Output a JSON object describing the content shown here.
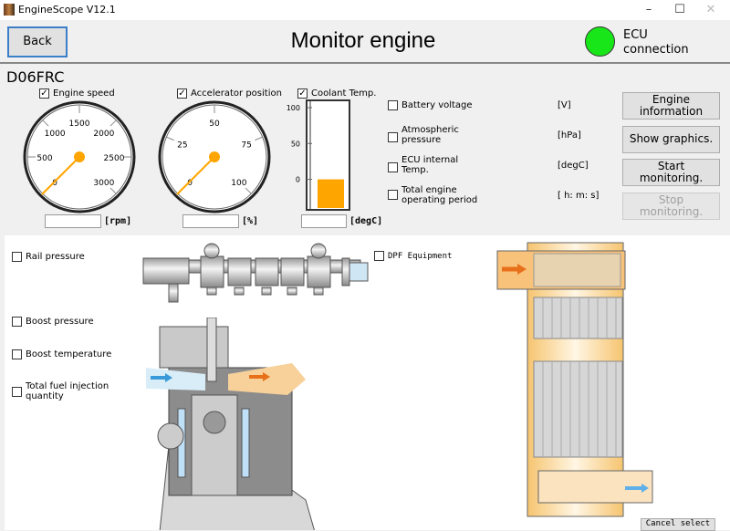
{
  "window": {
    "title": "EngineScope V12.1",
    "minimize": "–",
    "maximize": "☐",
    "close": "✕"
  },
  "header": {
    "back_label": "Back",
    "title": "Monitor engine",
    "ecu_label_1": "ECU",
    "ecu_label_2": "connection",
    "ecu_status_color": "#19e619"
  },
  "model": "D06FRC",
  "gauges": [
    {
      "label": "Engine speed",
      "checked": true,
      "unit": "[rpm]",
      "value_text": "",
      "min": 0,
      "max": 3000,
      "ticks": [
        0,
        500,
        1000,
        1500,
        2000,
        2500,
        3000
      ],
      "needle_value": 0
    },
    {
      "label": "Accelerator position",
      "checked": true,
      "unit": "[%]",
      "value_text": "",
      "min": 0,
      "max": 100,
      "ticks": [
        0,
        25,
        50,
        75,
        100
      ],
      "needle_value": 0
    }
  ],
  "coolant": {
    "label": "Coolant Temp.",
    "checked": true,
    "unit": "[degC]",
    "value_text": "",
    "ticks": [
      100,
      50,
      0
    ],
    "range": [
      -40,
      100
    ],
    "bar_value": 0,
    "bar_color": "#ffa500"
  },
  "params": [
    {
      "label_1": "Battery voltage",
      "label_2": "",
      "unit": "[V]"
    },
    {
      "label_1": "Atmospheric",
      "label_2": "pressure",
      "unit": "[hPa]"
    },
    {
      "label_1": "ECU internal",
      "label_2": "Temp.",
      "unit": "[degC]"
    },
    {
      "label_1": "Total engine",
      "label_2": "operating period",
      "unit": "[ h: m: s]"
    }
  ],
  "buttons": {
    "engine_info_1": "Engine",
    "engine_info_2": "information",
    "show_graphics": "Show graphics.",
    "start_1": "Start",
    "start_2": "monitoring.",
    "stop_1": "Stop",
    "stop_2": "monitoring."
  },
  "diagram": {
    "rail_pressure": "Rail pressure",
    "boost_pressure": "Boost pressure",
    "boost_temperature": "Boost temperature",
    "fuel_injection_1": "Total fuel injection",
    "fuel_injection_2": "quantity",
    "dpf": "DPF Equipment",
    "cancel": "Cancel select"
  },
  "accent_color": "#ffa500"
}
